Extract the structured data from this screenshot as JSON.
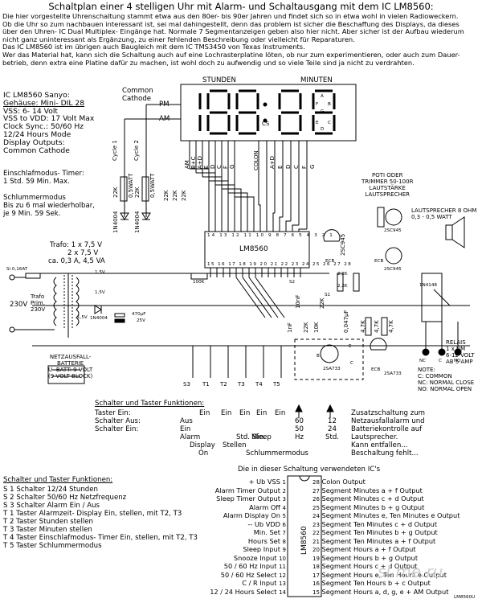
{
  "title": "Schaltplan einer 4 stelligen Uhr mit Alarm- und Schaltausgang mit dem IC LM8560:",
  "intro_lines": [
    "Die hier vorgestellte Uhrenschaltung stammt etwa aus den 80er- bis 90er Jahren und findet sich so in etwa wohl in vielen Radioweckern.",
    "Ob die Uhr so zum nachbauen interessant ist, sei mal dahingestellt, denn das problem ist sicher die Beschaffung des Displays, da dieses",
    "über den Uhren- IC Dual Multiplex- Eingänge hat. Normale 7 Segmentanzeigen geben also hier nicht. Aber sicher ist der Aufbau wiederum",
    "nicht ganz uninteressant als Ergänzung, zu einer fehlenden Beschreibung oder vielleicht für Reparaturen.",
    "Das IC LM8560 ist im übrigen auch Baugleich mit dem IC TMS3450 von Texas Instruments.",
    "Wer das Material hat, kann sich die Schaltung auch auf eine Lochrasterplatine löten, ob nur zum experimentieren, oder auch zum Dauer-",
    "betrieb, denn extra eine Platine dafür zu machen, ist wohl doch zu aufwendig und so viele Teile sind ja nicht zu verdrahten."
  ],
  "ic_info": {
    "heading": "IC LM8560 Sanyo:",
    "lines": [
      "Gehäuse: Mini- DIL 28",
      "VSS: 6- 14 Volt",
      "VSS to VDD: 17 Volt Max",
      "Clock Sync.: 50/60 Hz",
      "12/24 Hours Mode",
      "Display Outputs:",
      "Common Cathode"
    ],
    "sleep": [
      "Einschlafmodus- Timer:",
      "1 Std. 59 Min. Max."
    ],
    "snooze": [
      "Schlummermodus",
      "Bis zu 6 mal wiederholbar,",
      "je 9 Min. 59 Sek."
    ]
  },
  "display": {
    "stunden": "STUNDEN",
    "minuten": "MINUTEN",
    "pm": "PM",
    "am": "AM",
    "common_cathode": [
      "Common",
      "Cathode"
    ],
    "cs": "CS",
    "cycle1": "Cycle 1",
    "cycle2": "Cycle 2",
    "seg_letters": [
      "A",
      "B",
      "C",
      "D",
      "E",
      "F",
      "G"
    ]
  },
  "ic": {
    "name": "LM8560",
    "top_pins": "14 13 12 11 10 9 8 7 6 5 4 3 2 1",
    "bottom_pins": "15 16 17 18 19 20 21 22 23 24 25 26 27 28"
  },
  "display_pin_labels": [
    "AM",
    "B+C",
    "A+D",
    "E",
    "D",
    "C",
    "F",
    "G",
    "COLON",
    "A+D",
    "E",
    "D",
    "C",
    "F",
    "G"
  ],
  "components": {
    "r22k_1": "22K",
    "r22k_2": "22K",
    "r22k_3": "22K",
    "r22k_4": "22K",
    "r22k_5": "22K",
    "r22k_6": "2,2K",
    "r22k_7": "2,2K",
    "w1": "0,5WATT",
    "w2": "0,5WATT",
    "d_1n4004_a": "1N4004",
    "d_1n4004_b": "1N4004",
    "d_1n4004_c": "1N4004",
    "d_1n4148": "1N4148",
    "r100k": "100K",
    "r10k": "10K",
    "r4k7_1": "4,7K",
    "r4k7_2": "4,7K",
    "r4k7_3": "4,7K",
    "r22k_8": "22K",
    "r22k_9": "22K",
    "c1n": "1nF",
    "c0047": "0,047µF",
    "c10n": "10nF",
    "c470": "470µF",
    "v25": "25V",
    "ecb1": "ECB",
    "ecb2": "ECB",
    "ecb3": "ECB",
    "t2sc945_1": "2SC945",
    "t2sc945_2": "2SC945",
    "t2sa733_1": "2SA733",
    "t2sa733_2": "2SA733",
    "v15_1": "1,5V",
    "v15_2": "1,5V",
    "v15_3": "1,5V",
    "e": "E",
    "c": "C",
    "b": "B",
    "s1": "S1",
    "s2": "S2",
    "fuse": "Si 0,16AT"
  },
  "power": {
    "trafo": [
      "Trafo: 1 x 7,5 V",
      "2 x 7,5 V",
      "ca. 0,3 A, 4,5 VA"
    ],
    "prim": [
      "Trafo",
      "Prim.",
      "230V"
    ],
    "mains": "230V",
    "battery": [
      "NETZAUSFALL-",
      "BATTERIE",
      "U- BATT: 9 VOLT",
      "(9 VOLT BLOCK)"
    ]
  },
  "speaker": {
    "poti": [
      "POTI ODER",
      "TRIMMER 50-100R",
      "LAUTSTÄRKE",
      "LAUTSPRECHER"
    ],
    "lautsprecher": [
      "LAUTSPRECHER 8 OHM",
      "0,3 - 0,5 WATT"
    ]
  },
  "relay": {
    "lines": [
      "RELAIS",
      "1 x UM",
      "6-12 VOLT",
      "AB 5 AMP"
    ],
    "terminals": [
      "NC",
      "C",
      "NO",
      "NC",
      "C",
      "NO"
    ],
    "note": [
      "NOTE:",
      "C: COMMON",
      "NC: NORMAL CLOSE",
      "NO: NORMAL OPEN"
    ]
  },
  "switch_labels": [
    "S3",
    "T1",
    "T2",
    "T3",
    "T4",
    "T5"
  ],
  "funktionen_panel": {
    "heading": "Schalter und Taster Funktionen:",
    "rows": [
      "Taster Ein:",
      "Schalter Aus:",
      "Schalter Ein:"
    ],
    "cols": [
      {
        "label": "Aus",
        "sub": [
          "Ein",
          "Alarm"
        ]
      },
      {
        "label": "Ein",
        "sub": [
          "Display"
        ]
      },
      {
        "label": "Ein",
        "sub": [
          "On"
        ]
      },
      {
        "label": "Ein",
        "sub": [
          "Std."
        ]
      },
      {
        "label": "Ein",
        "sub": [
          "Min."
        ]
      },
      {
        "label": "Ein",
        "sub": [
          "Sleep"
        ]
      }
    ],
    "freq": [
      "60",
      "50",
      "Hz"
    ],
    "hours": [
      "12",
      "24",
      "Std."
    ],
    "stellen": "Stellen",
    "schlummer": "Schlummermodus"
  },
  "zusatz": [
    "Zusatzschaltung zum",
    "Netzausfallalarm und",
    "Batteriekontrolle auf",
    "Lautsprecher.",
    "Kann entfallen...",
    "Beschaltung fehlt..."
  ],
  "taster_funktionen": {
    "heading": "Schalter und Taster Funktionen:",
    "lines": [
      "S 1 Schalter 12/24 Stunden",
      "S 2 Schalter 50/60 Hz Netzfrequenz",
      "S 3 Schalter Alarm Ein / Aus",
      "T 1 Taster Alarmzeit- Display Ein, stellen, mit T2, T3",
      "T 2 Taster Stunden stellen",
      "T 3 Taster Minuten stellen",
      "T 4 Taster Einschlafmodus- Timer Ein, stellen, mit T2, T3",
      "T 5 Taster Schlummermodus"
    ]
  },
  "pinout": {
    "heading": "Die in dieser Schaltung verwendeten IC's",
    "ic_label": "LM8560",
    "left": [
      {
        "n": "1",
        "label": "+ Ub  VSS"
      },
      {
        "n": "2",
        "label": "Alarm Timer Output"
      },
      {
        "n": "3",
        "label": "Sleep Timer Output"
      },
      {
        "n": "4",
        "label": "Alarm Off"
      },
      {
        "n": "5",
        "label": "Alarm Display On"
      },
      {
        "n": "6",
        "label": "-- Ub  VDD"
      },
      {
        "n": "7",
        "label": "Min. Set"
      },
      {
        "n": "8",
        "label": "Hours Set"
      },
      {
        "n": "9",
        "label": "Sleep Input"
      },
      {
        "n": "10",
        "label": "Snooze Input"
      },
      {
        "n": "11",
        "label": "50 / 60 Hz Input"
      },
      {
        "n": "12",
        "label": "50 / 60 Hz Select"
      },
      {
        "n": "13",
        "label": "C / R Input"
      },
      {
        "n": "14",
        "label": "12 / 24 Hours Select"
      }
    ],
    "right": [
      {
        "n": "28",
        "label": "Colon Output"
      },
      {
        "n": "27",
        "label": "Segment Minutes a + f Output"
      },
      {
        "n": "26",
        "label": "Segment Minutes c + d Output"
      },
      {
        "n": "25",
        "label": "Segment Minutes b + g Output"
      },
      {
        "n": "24",
        "label": "Segment Minutes e, Ten Minutes e Output"
      },
      {
        "n": "23",
        "label": "Segment Ten Minutes c + d Output"
      },
      {
        "n": "22",
        "label": "Segment Ten Minutes b + g Output"
      },
      {
        "n": "21",
        "label": "Segment Ten Minutes a + f Output"
      },
      {
        "n": "20",
        "label": "Segment Hours a + f Output"
      },
      {
        "n": "19",
        "label": "Segment Hours b + g Output"
      },
      {
        "n": "18",
        "label": "Segment Hours c + d Output"
      },
      {
        "n": "17",
        "label": "Segment Hours e, Ten Hours e Output"
      },
      {
        "n": "16",
        "label": "Segment Ten Hours b + c Output"
      },
      {
        "n": "15",
        "label": "Segment Hours a, d, g, e + AM Output"
      }
    ]
  },
  "footer": "LM8560U",
  "watermark": "sl.me.ru"
}
